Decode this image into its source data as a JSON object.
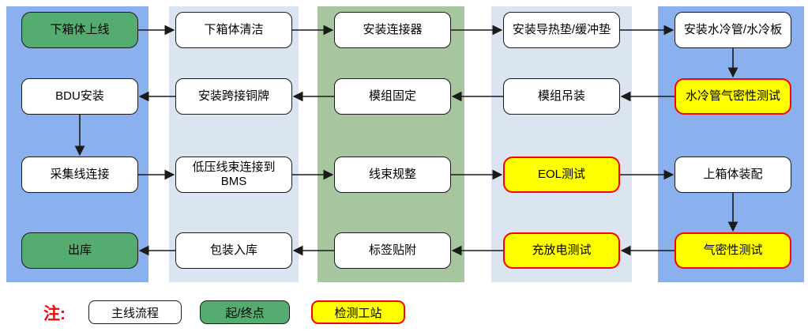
{
  "colors": {
    "lane_blue": "#8AB0ED",
    "lane_light_blue": "#DBE5F1",
    "lane_green": "#A7C6A0",
    "terminal_fill": "#55AC70",
    "test_fill": "#FFFF00",
    "test_border": "#FF0000",
    "box_border": "#1A1A1A",
    "arrow": "#1A1A1A",
    "note_red": "#FF0000"
  },
  "lanes": [
    {
      "color": "#8AB0ED"
    },
    {
      "color": "#DBE5F1"
    },
    {
      "color": "#A7C6A0"
    },
    {
      "color": "#DBE5F1"
    },
    {
      "color": "#8AB0ED"
    }
  ],
  "nodes": [
    {
      "label": "下箱体上线",
      "type": "terminal",
      "lane": 1,
      "row": 1
    },
    {
      "label": "下箱体清洁",
      "type": "main",
      "lane": 2,
      "row": 1
    },
    {
      "label": "安装连接器",
      "type": "main",
      "lane": 3,
      "row": 1
    },
    {
      "label": "安装导热垫/缓冲垫",
      "type": "main",
      "lane": 4,
      "row": 1
    },
    {
      "label": "安装水冷管/水冷板",
      "type": "main",
      "lane": 5,
      "row": 1
    },
    {
      "label": "水冷管气密性测试",
      "type": "test",
      "lane": 5,
      "row": 2
    },
    {
      "label": "模组吊装",
      "type": "main",
      "lane": 4,
      "row": 2
    },
    {
      "label": "模组固定",
      "type": "main",
      "lane": 3,
      "row": 2
    },
    {
      "label": "安装跨接铜牌",
      "type": "main",
      "lane": 2,
      "row": 2
    },
    {
      "label": "BDU安装",
      "type": "main",
      "lane": 1,
      "row": 2
    },
    {
      "label": "采集线连接",
      "type": "main",
      "lane": 1,
      "row": 3
    },
    {
      "label": "低压线束连接到BMS",
      "type": "main",
      "lane": 2,
      "row": 3
    },
    {
      "label": "线束规整",
      "type": "main",
      "lane": 3,
      "row": 3
    },
    {
      "label": "EOL测试",
      "type": "test",
      "lane": 4,
      "row": 3
    },
    {
      "label": "上箱体装配",
      "type": "main",
      "lane": 5,
      "row": 3
    },
    {
      "label": "气密性测试",
      "type": "test",
      "lane": 5,
      "row": 4
    },
    {
      "label": "充放电测试",
      "type": "test",
      "lane": 4,
      "row": 4
    },
    {
      "label": "标签贴附",
      "type": "main",
      "lane": 3,
      "row": 4
    },
    {
      "label": "包装入库",
      "type": "main",
      "lane": 2,
      "row": 4
    },
    {
      "label": "出库",
      "type": "terminal",
      "lane": 1,
      "row": 4
    }
  ],
  "edges": [
    [
      0,
      1
    ],
    [
      1,
      2
    ],
    [
      2,
      3
    ],
    [
      3,
      4
    ],
    [
      4,
      5
    ],
    [
      5,
      6
    ],
    [
      6,
      7
    ],
    [
      7,
      8
    ],
    [
      8,
      9
    ],
    [
      9,
      10
    ],
    [
      10,
      11
    ],
    [
      11,
      12
    ],
    [
      12,
      13
    ],
    [
      13,
      14
    ],
    [
      14,
      15
    ],
    [
      15,
      16
    ],
    [
      16,
      17
    ],
    [
      17,
      18
    ],
    [
      18,
      19
    ]
  ],
  "legend": {
    "note_label": "注:",
    "items": [
      {
        "label": "主线流程",
        "type": "main"
      },
      {
        "label": "起/终点",
        "type": "terminal"
      },
      {
        "label": "检测工站",
        "type": "test"
      }
    ]
  }
}
